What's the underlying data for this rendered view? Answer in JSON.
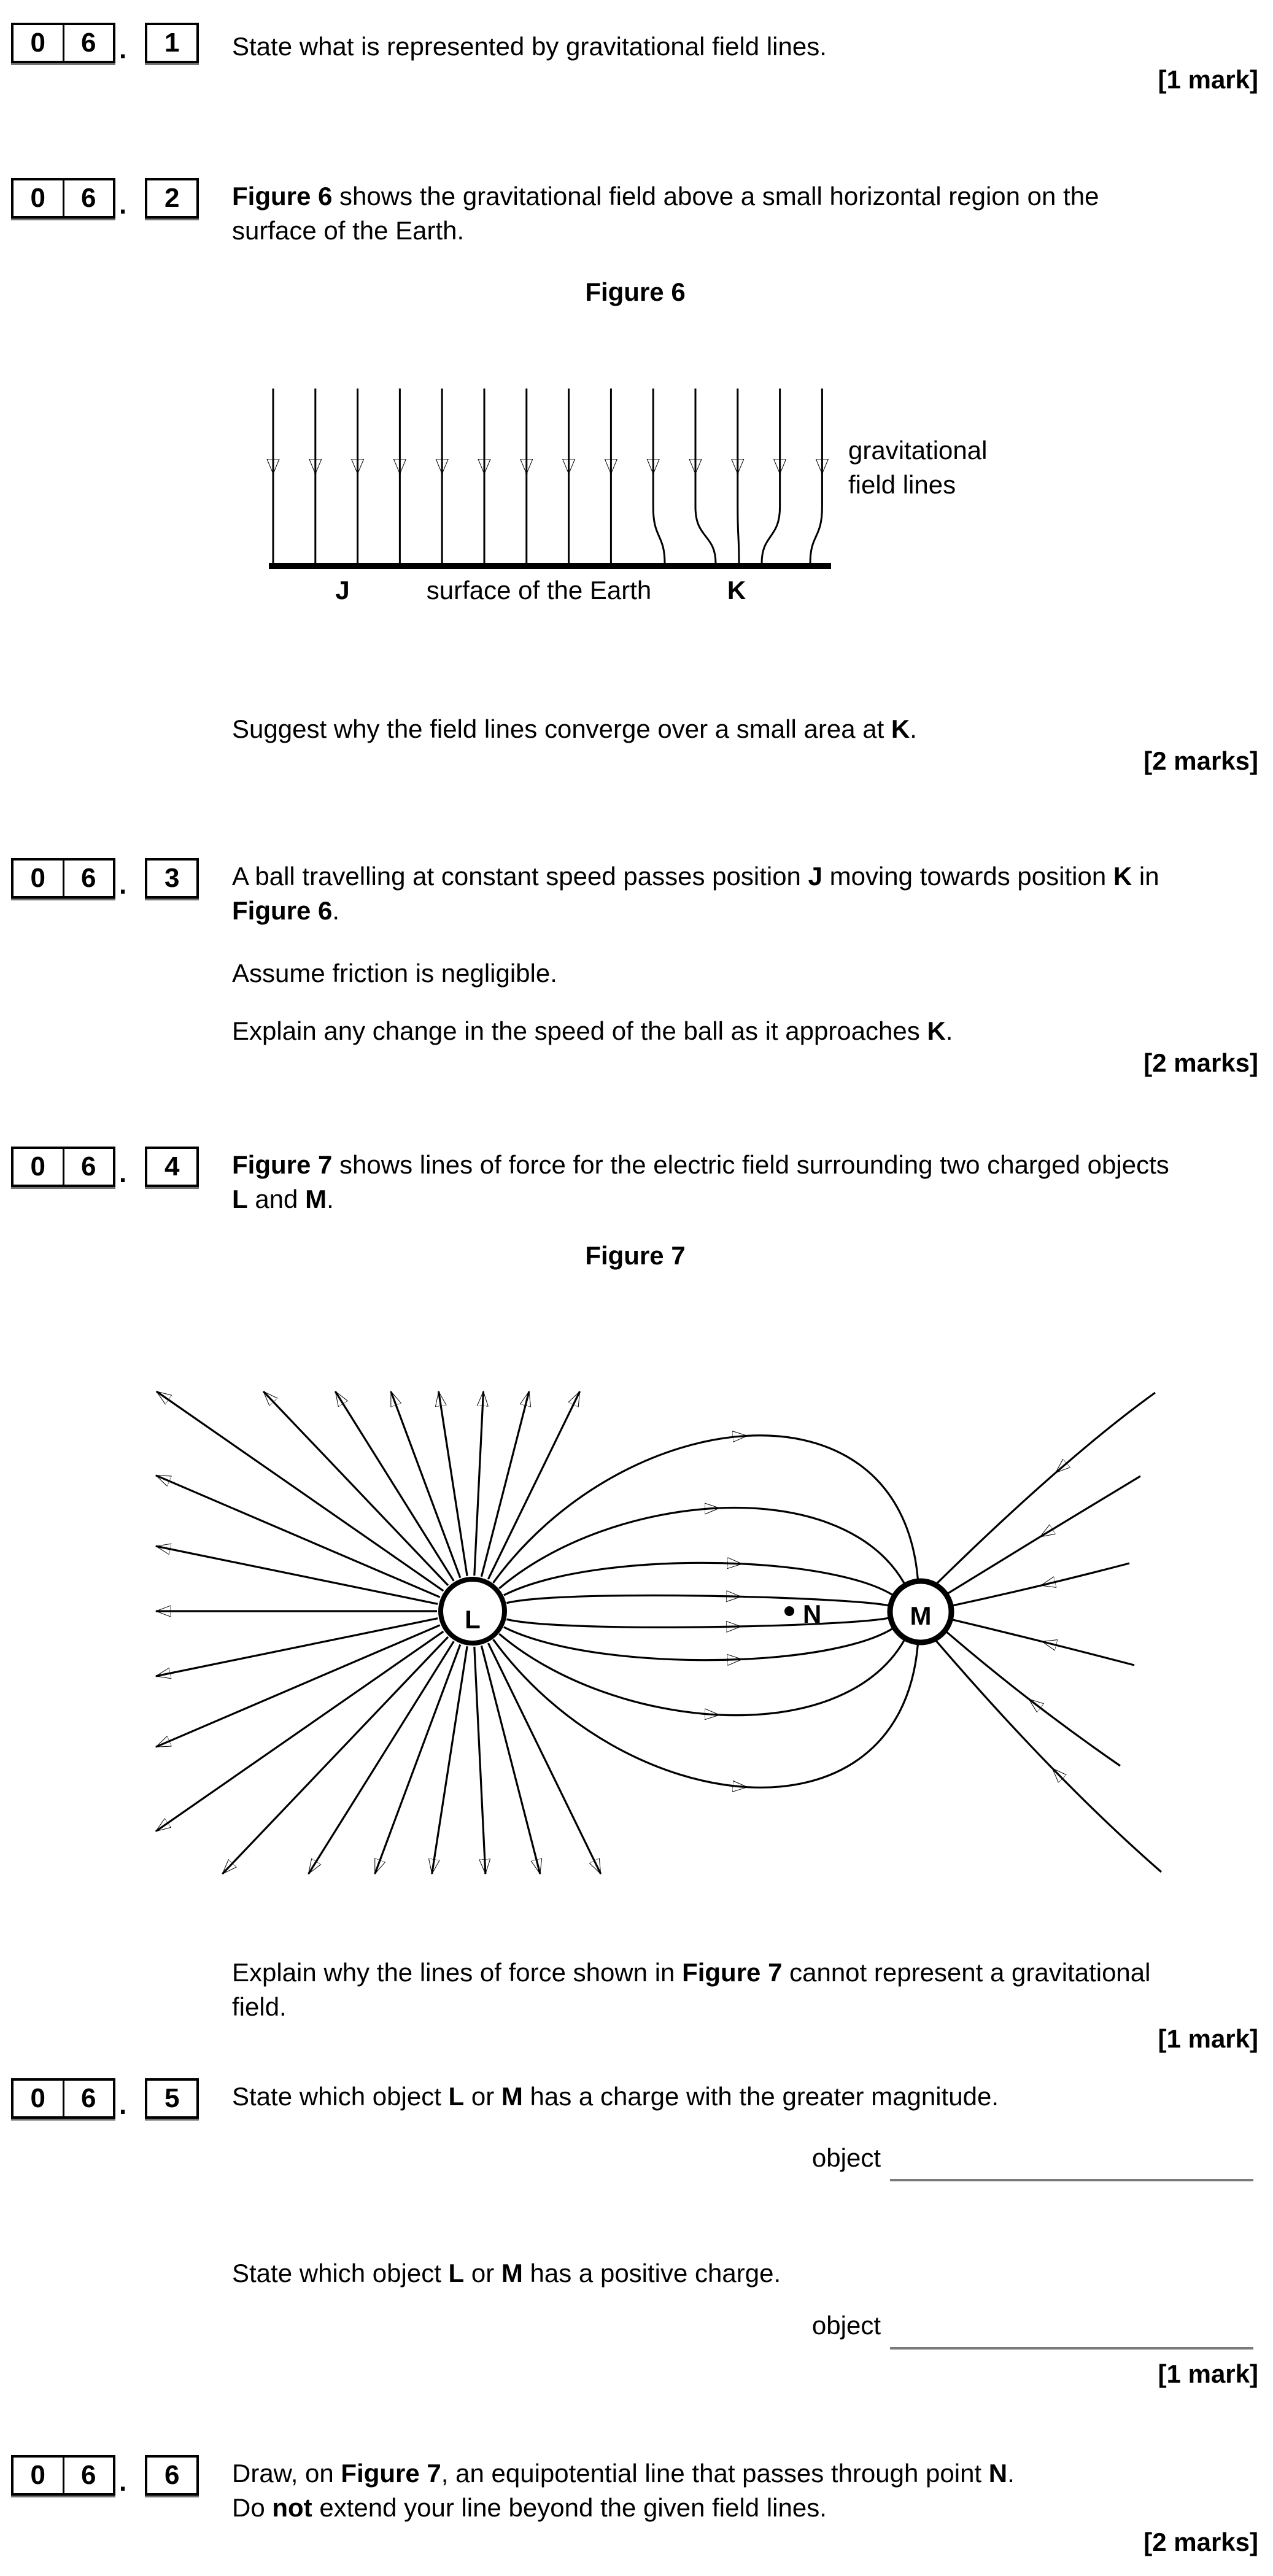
{
  "colors": {
    "text": "#000000",
    "answer_line": "#7a7a7a",
    "background": "#ffffff"
  },
  "num_separator": ".",
  "q1": {
    "num": [
      "0",
      "6",
      "1"
    ],
    "lines": [
      [
        {
          "t": "State what is represented by gravitational field lines."
        }
      ]
    ],
    "marks": "[1 mark]"
  },
  "q2": {
    "num": [
      "0",
      "6",
      "2"
    ],
    "lines": [
      [
        {
          "t": "Figure 6",
          "b": 1
        },
        {
          "t": " shows the gravitational field above a small horizontal region on the"
        }
      ],
      [
        {
          "t": "surface of the Earth."
        }
      ]
    ],
    "suggest": [
      [
        {
          "t": "Suggest why the field lines converge over a small area at "
        },
        {
          "t": "K",
          "b": 1
        },
        {
          "t": "."
        }
      ]
    ],
    "marks": "[2 marks]"
  },
  "fig6": {
    "caption": "Figure 6",
    "side_label_1": "gravitational",
    "side_label_2": "field lines",
    "label_j": "J",
    "label_surface": "surface of the Earth",
    "label_k": "K"
  },
  "q3": {
    "num": [
      "0",
      "6",
      "3"
    ],
    "lines": [
      [
        {
          "t": "A ball travelling at constant speed passes position "
        },
        {
          "t": "J",
          "b": 1
        },
        {
          "t": " moving towards position "
        },
        {
          "t": "K",
          "b": 1
        },
        {
          "t": " in"
        }
      ],
      [
        {
          "t": "Figure 6",
          "b": 1
        },
        {
          "t": "."
        }
      ]
    ],
    "assume": [
      [
        {
          "t": "Assume friction is negligible."
        }
      ]
    ],
    "explain": [
      [
        {
          "t": "Explain any change in the speed of the ball as it approaches "
        },
        {
          "t": "K",
          "b": 1
        },
        {
          "t": "."
        }
      ]
    ],
    "marks": "[2 marks]"
  },
  "q4": {
    "num": [
      "0",
      "6",
      "4"
    ],
    "lines": [
      [
        {
          "t": "Figure 7",
          "b": 1
        },
        {
          "t": " shows lines of force for the electric field surrounding two charged objects"
        }
      ],
      [
        {
          "t": "L",
          "b": 1
        },
        {
          "t": " and "
        },
        {
          "t": "M",
          "b": 1
        },
        {
          "t": "."
        }
      ]
    ],
    "explain": [
      [
        {
          "t": "Explain why the lines of force shown in "
        },
        {
          "t": "Figure 7",
          "b": 1
        },
        {
          "t": " cannot represent a gravitational"
        }
      ],
      [
        {
          "t": "field."
        }
      ]
    ],
    "marks": "[1 mark]"
  },
  "fig7": {
    "caption": "Figure 7",
    "label_l": "L",
    "label_m": "M",
    "label_n": "N"
  },
  "q5": {
    "num": [
      "0",
      "6",
      "5"
    ],
    "lines": [
      [
        {
          "t": "State which object "
        },
        {
          "t": "L",
          "b": 1
        },
        {
          "t": " or "
        },
        {
          "t": "M",
          "b": 1
        },
        {
          "t": " has a charge with the greater magnitude."
        }
      ]
    ],
    "object_label_1": "object",
    "lines2": [
      [
        {
          "t": "State which object "
        },
        {
          "t": "L",
          "b": 1
        },
        {
          "t": " or "
        },
        {
          "t": "M",
          "b": 1
        },
        {
          "t": " has a positive charge."
        }
      ]
    ],
    "object_label_2": "object",
    "marks": "[1 mark]"
  },
  "q6": {
    "num": [
      "0",
      "6",
      "6"
    ],
    "lines": [
      [
        {
          "t": "Draw, on "
        },
        {
          "t": "Figure 7",
          "b": 1
        },
        {
          "t": ", an equipotential line that passes through point "
        },
        {
          "t": "N",
          "b": 1
        },
        {
          "t": "."
        }
      ],
      [
        {
          "t": "Do "
        },
        {
          "t": "not",
          "b": 1
        },
        {
          "t": " extend your line beyond the given field lines."
        }
      ]
    ],
    "marks": "[2 marks]"
  }
}
